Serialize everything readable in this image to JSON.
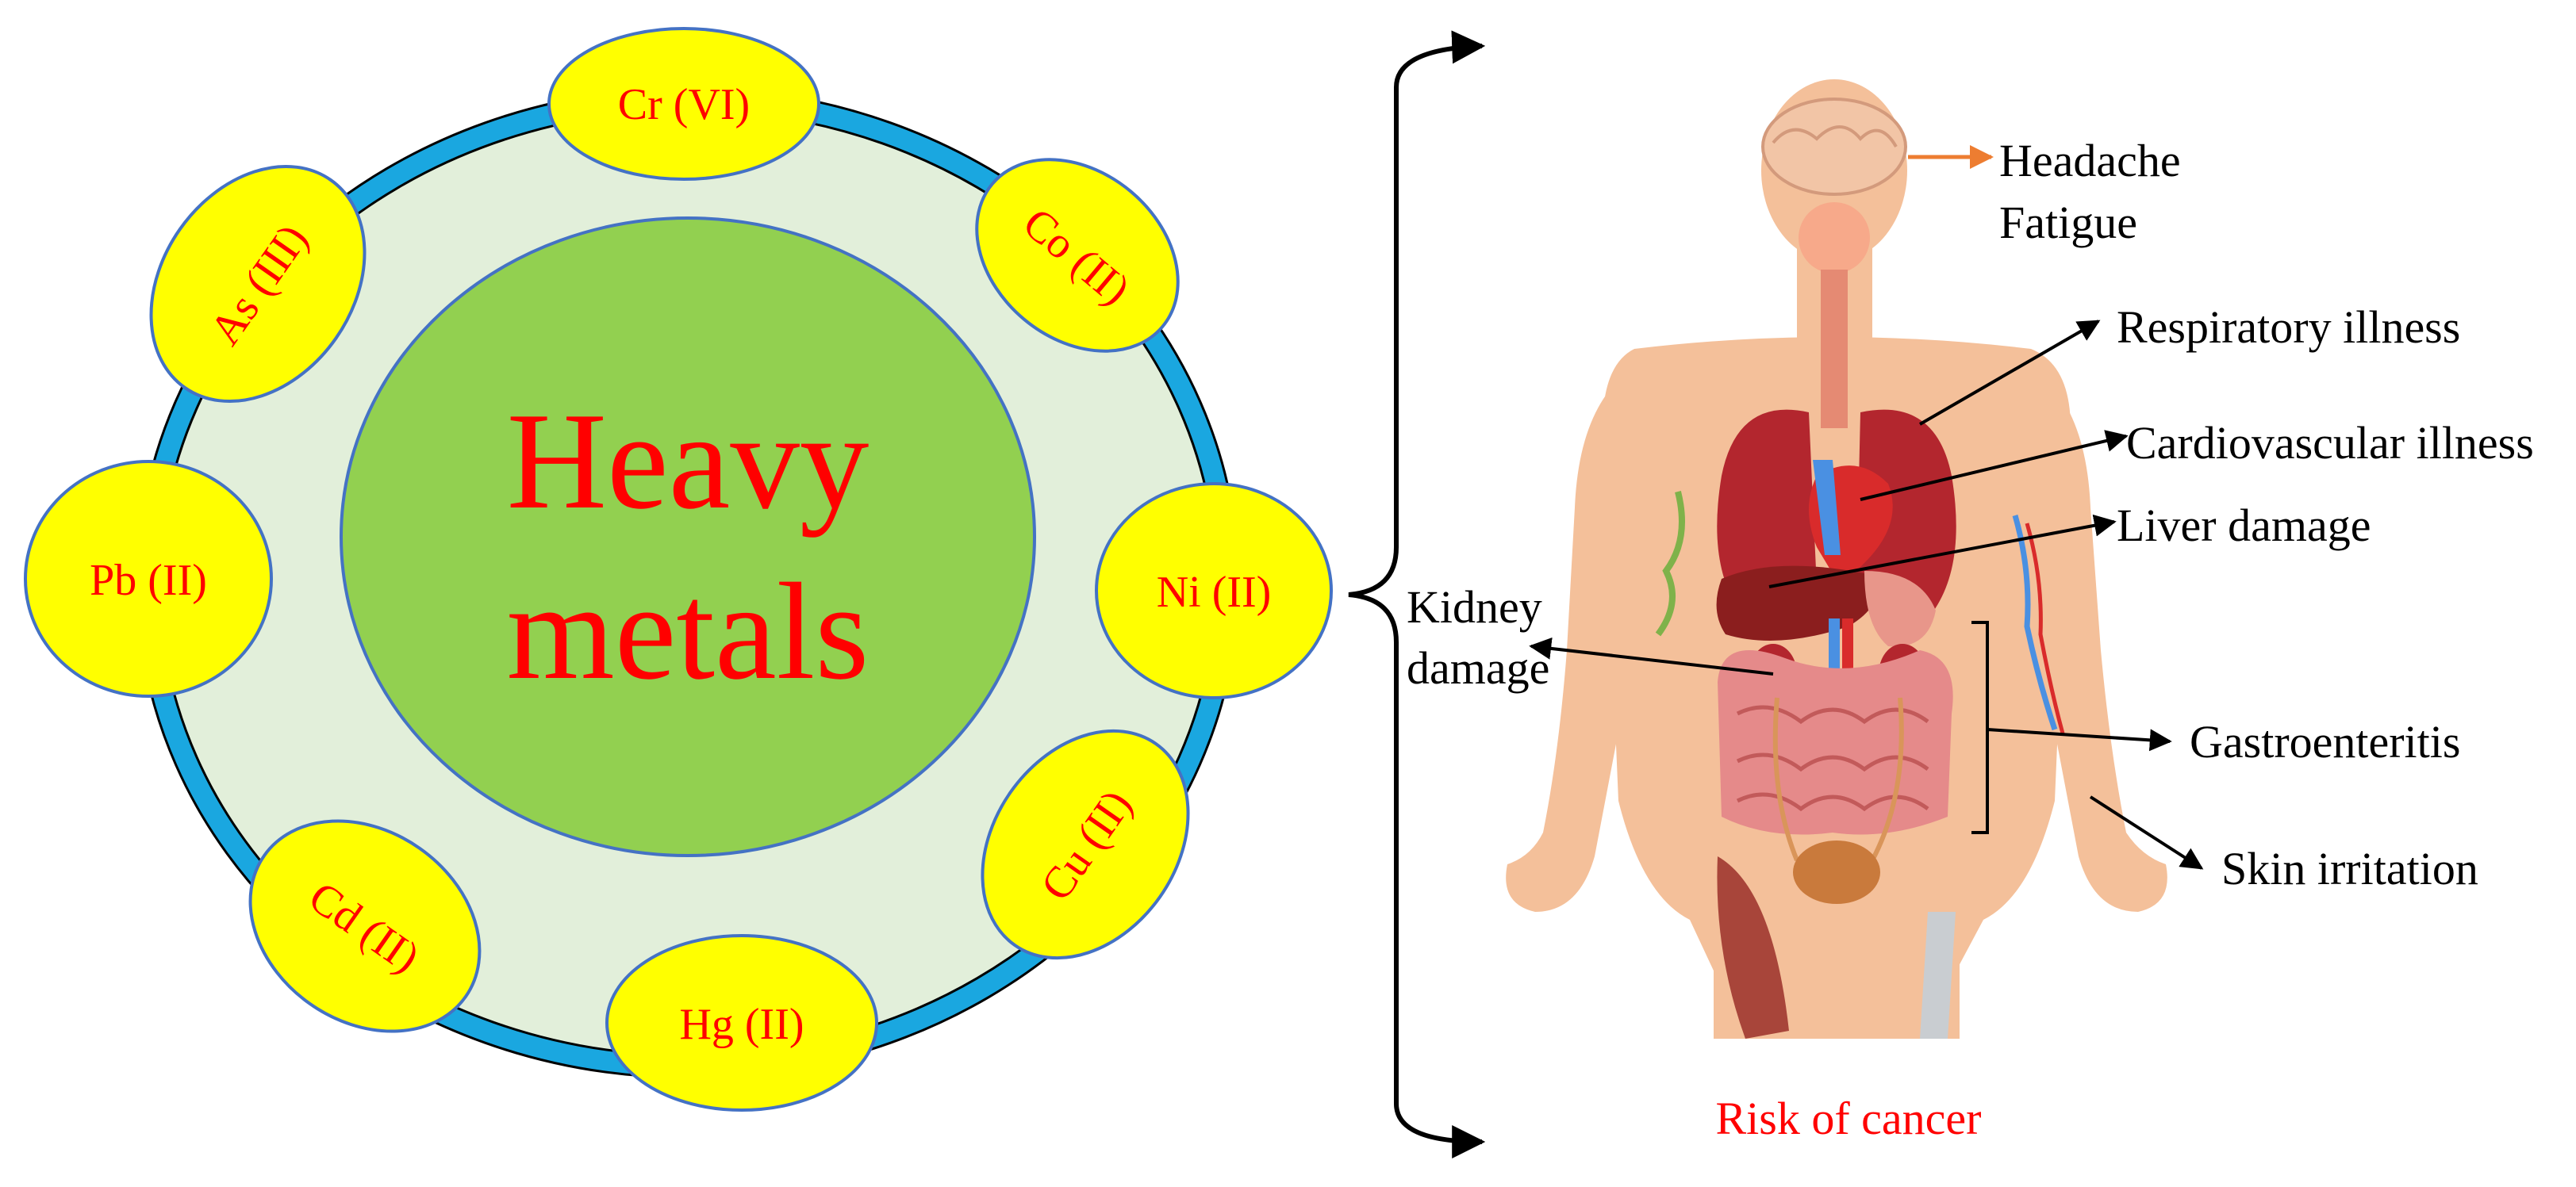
{
  "center": {
    "line1": "Heavy",
    "line2": "metals"
  },
  "metals": [
    {
      "label": "Cr (VI)"
    },
    {
      "label": "Co (II)"
    },
    {
      "label": "Ni (II)"
    },
    {
      "label": "Cu (II)"
    },
    {
      "label": "Hg (II)"
    },
    {
      "label": "Cd (II)"
    },
    {
      "label": "Pb (II)"
    },
    {
      "label": "As (III)"
    }
  ],
  "effects": {
    "headache": "Headache",
    "fatigue": "Fatigue",
    "respiratory": "Respiratory illness",
    "cardiovascular": "Cardiovascular illness",
    "liver": "Liver damage",
    "kidney_line1": "Kidney",
    "kidney_line2": "damage",
    "gastro": "Gastroenteritis",
    "skin": "Skin irritation",
    "cancer": "Risk of cancer"
  },
  "colors": {
    "ring_blue": "#1aa7e0",
    "ring_fill": "#e2efda",
    "center_green": "#92d050",
    "ellipse_yellow": "#ffff00",
    "text_red": "#ff0000",
    "skin": "#f4c09a",
    "organ_red": "#b3262e",
    "brain": "#f2c5a6",
    "orange_arrow": "#ed7d31"
  }
}
